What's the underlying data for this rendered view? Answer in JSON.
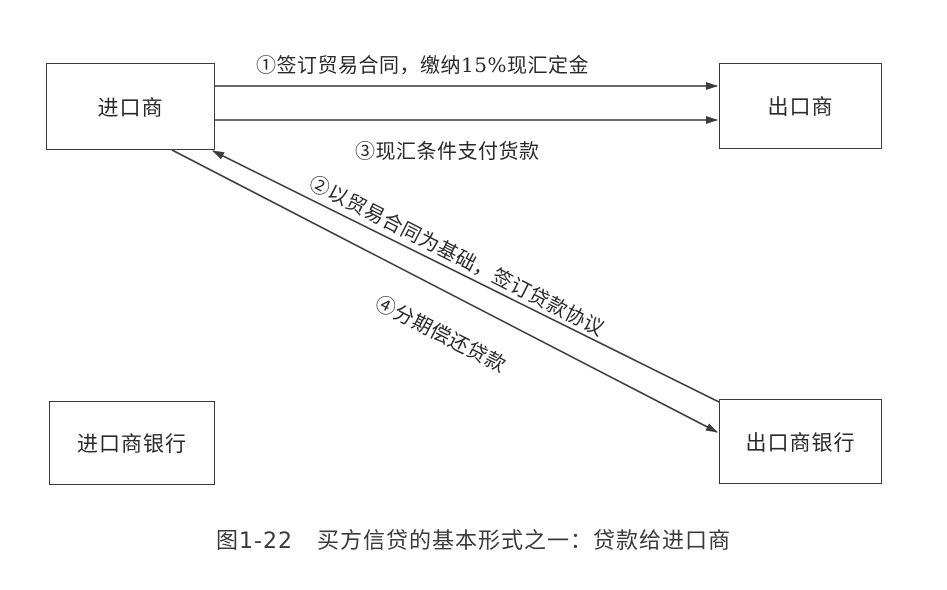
{
  "nodes": {
    "importer": "进口商",
    "exporter": "出口商",
    "importer_bank": "进口商银行",
    "exporter_bank": "出口商银行"
  },
  "edges": {
    "step1": "①签订贸易合同，缴纳15%现汇定金",
    "step2": "②以贸易合同为基础，签订贷款协议",
    "step3": "③现汇条件支付货款",
    "step4": "④分期偿还贷款"
  },
  "caption": {
    "figure_no": "图1-22",
    "title": "买方信贷的基本形式之一：贷款给进口商"
  }
}
